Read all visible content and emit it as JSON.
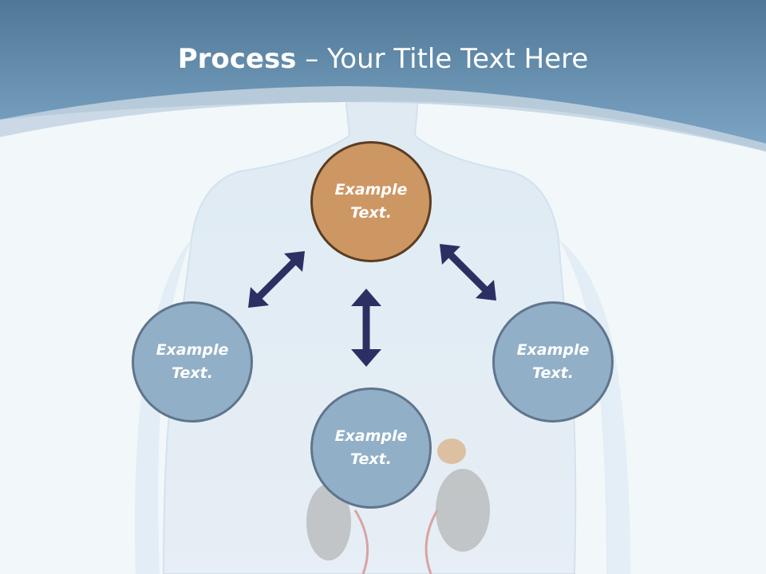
{
  "slide": {
    "title_bold": "Process",
    "title_rest": " – Your Title Text Here"
  },
  "nodes": {
    "top": "Example\nText.",
    "left": "Example\nText.",
    "right": "Example\nText.",
    "bottom": "Example\nText."
  },
  "colors": {
    "header_blue": "#5f8bb0",
    "accent_orange": "#cd9763",
    "node_blue": "#91afc7",
    "arrow_navy": "#2d2f63"
  }
}
